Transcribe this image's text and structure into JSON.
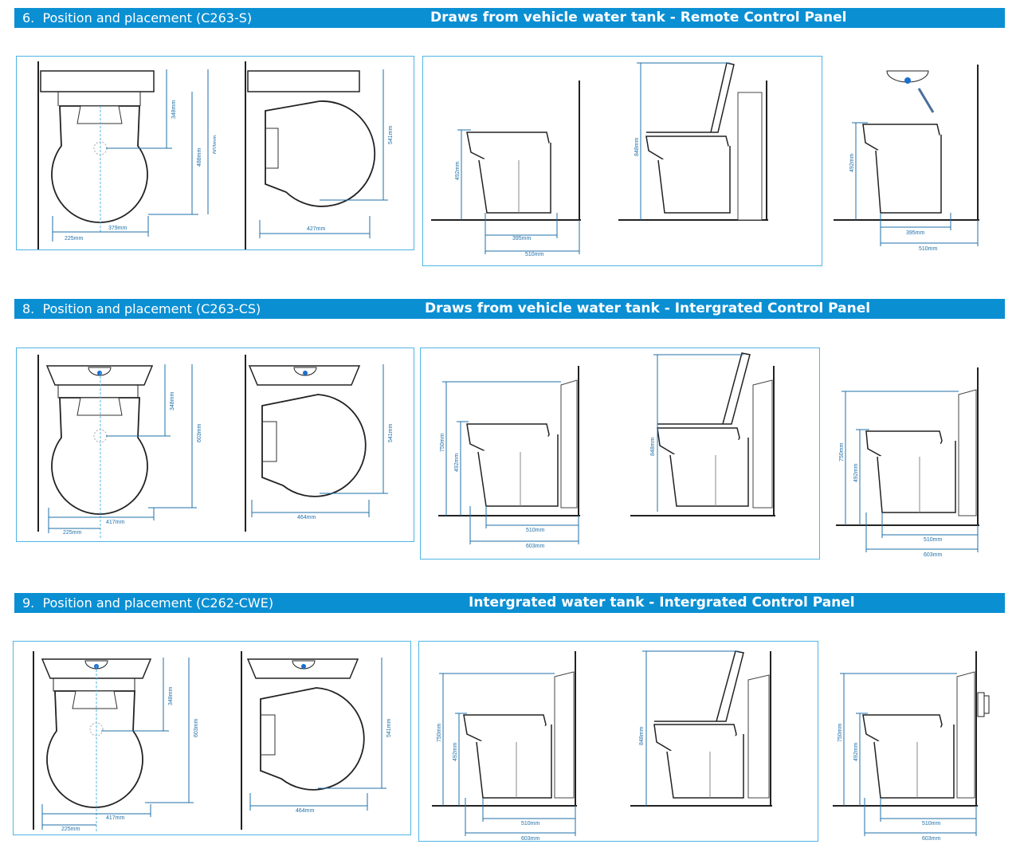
{
  "sections": [
    {
      "number": "6.",
      "title": "Position and placement (C263-S)",
      "subtitle": "Draws from vehicle water tank - Remote Control Panel",
      "top_a": {
        "h1": "348mm",
        "h2": "488mm",
        "h3": "603mm",
        "w1": "225mm",
        "w2": "379mm"
      },
      "top_b": {
        "h": "541mm",
        "w": "427mm"
      },
      "side_a": {
        "h": "492mm",
        "w1": "395mm",
        "w2": "510mm"
      },
      "side_b": {
        "h": "848mm"
      },
      "side_c": {
        "h": "492mm",
        "w1": "395mm",
        "w2": "510mm"
      }
    },
    {
      "number": "8.",
      "title": "Position and placement (C263-CS)",
      "subtitle": "Draws from vehicle water tank - Intergrated Control Panel",
      "top_a": {
        "h1": "348mm",
        "h3": "603mm",
        "w1": "225mm",
        "w2": "417mm"
      },
      "top_b": {
        "h": "541mm",
        "w": "464mm"
      },
      "side_a": {
        "h0": "750mm",
        "h": "492mm",
        "w1": "510mm",
        "w2": "603mm"
      },
      "side_b": {
        "h": "848mm"
      },
      "side_c": {
        "h0": "750mm",
        "h": "492mm",
        "w1": "510mm",
        "w2": "603mm"
      }
    },
    {
      "number": "9.",
      "title": "Position and placement (C262-CWE)",
      "subtitle": "Intergrated water tank - Intergrated Control Panel",
      "top_a": {
        "h1": "348mm",
        "h3": "603mm",
        "w1": "225mm",
        "w2": "417mm"
      },
      "top_b": {
        "h": "541mm",
        "w": "464mm"
      },
      "side_a": {
        "h0": "750mm",
        "h": "492mm",
        "w1": "510mm",
        "w2": "603mm"
      },
      "side_b": {
        "h": "848mm"
      },
      "side_c": {
        "h0": "750mm",
        "h": "492mm",
        "w1": "510mm",
        "w2": "603mm"
      }
    }
  ],
  "colors": {
    "band": "#0b8fd3",
    "panel_border": "#4fb5e4",
    "dimension": "#1f6fa8",
    "line": "#222222"
  }
}
